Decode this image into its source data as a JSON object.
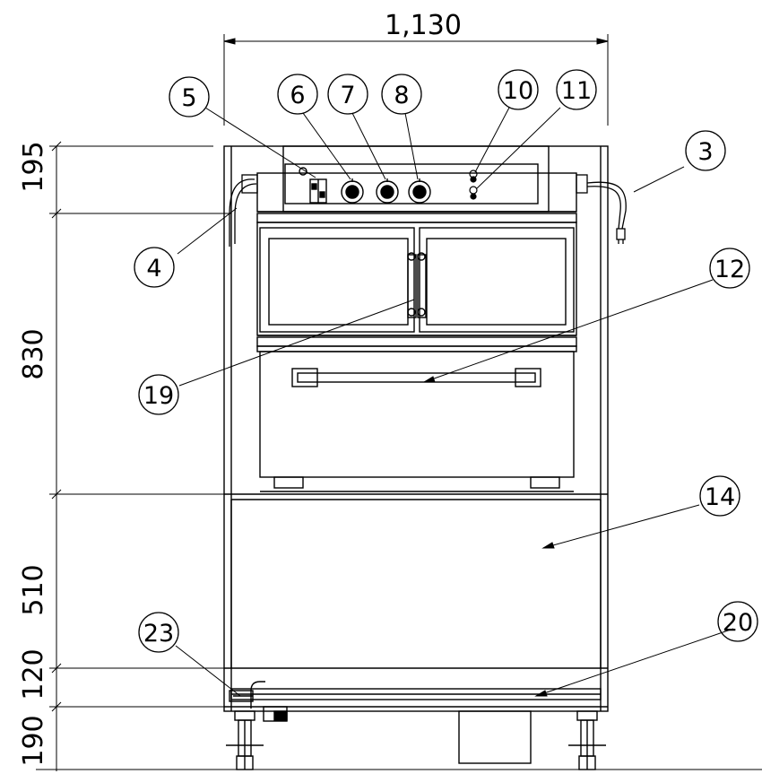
{
  "drawing": {
    "dimensions": {
      "overall_width": "1,130",
      "control_panel_height": "195",
      "cabinet_height": "830",
      "base_height": "510",
      "bottom_rail_height": "120",
      "caster_height": "190"
    },
    "callouts": [
      "3",
      "4",
      "5",
      "6",
      "7",
      "8",
      "10",
      "11",
      "12",
      "14",
      "19",
      "20",
      "23"
    ],
    "colors": {
      "ink": "#000000",
      "paper": "#ffffff"
    }
  }
}
